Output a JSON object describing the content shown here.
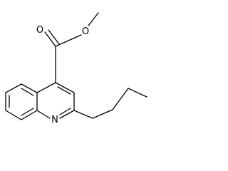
{
  "molecule": {
    "atom_labels": {
      "carbonyl_oxygen": "O",
      "ester_oxygen": "O",
      "ring_nitrogen": "N"
    }
  },
  "colors": {
    "bond": "#000000",
    "background": "#ffffff"
  }
}
